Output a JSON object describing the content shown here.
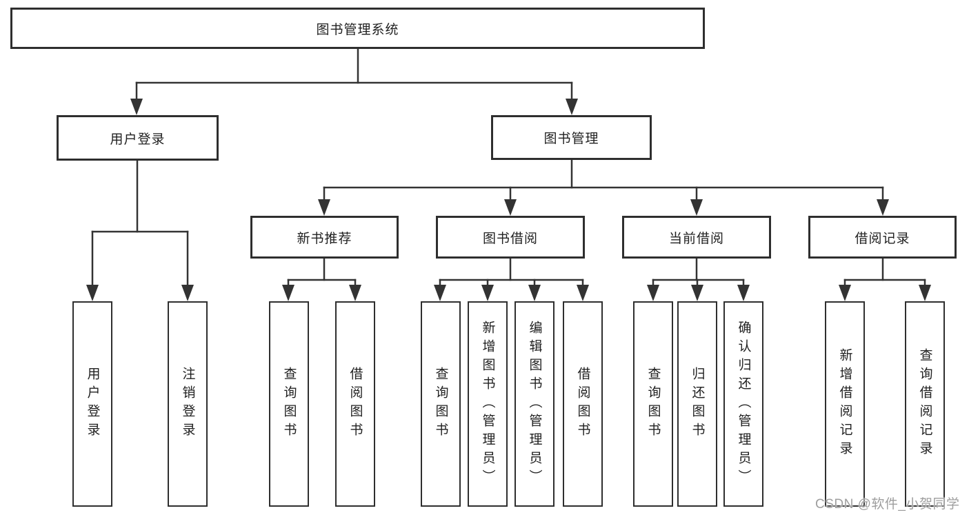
{
  "tree": {
    "root": "图书管理系统",
    "branches": [
      {
        "label": "用户登录",
        "children": [
          "用户登录",
          "注销登录"
        ]
      },
      {
        "label": "图书管理",
        "groups": [
          {
            "label": "新书推荐",
            "children": [
              "查询图书",
              "借阅图书"
            ]
          },
          {
            "label": "图书借阅",
            "children": [
              "查询图书",
              "新增图书（管理员）",
              "编辑图书（管理员）",
              "借阅图书"
            ]
          },
          {
            "label": "当前借阅",
            "children": [
              "查询图书",
              "归还图书",
              "确认归还（管理员）"
            ]
          },
          {
            "label": "借阅记录",
            "children": [
              "新增借阅记录",
              "查询借阅记录"
            ]
          }
        ]
      }
    ]
  },
  "watermark": "CSDN @软件_小贺同学",
  "colors": {
    "background": "#ffffff",
    "box_fill": "#ffffff",
    "box_border": "#2e2e2e",
    "line": "#333333",
    "text": "#1f1f1f",
    "watermark": "#9e9e9e"
  }
}
